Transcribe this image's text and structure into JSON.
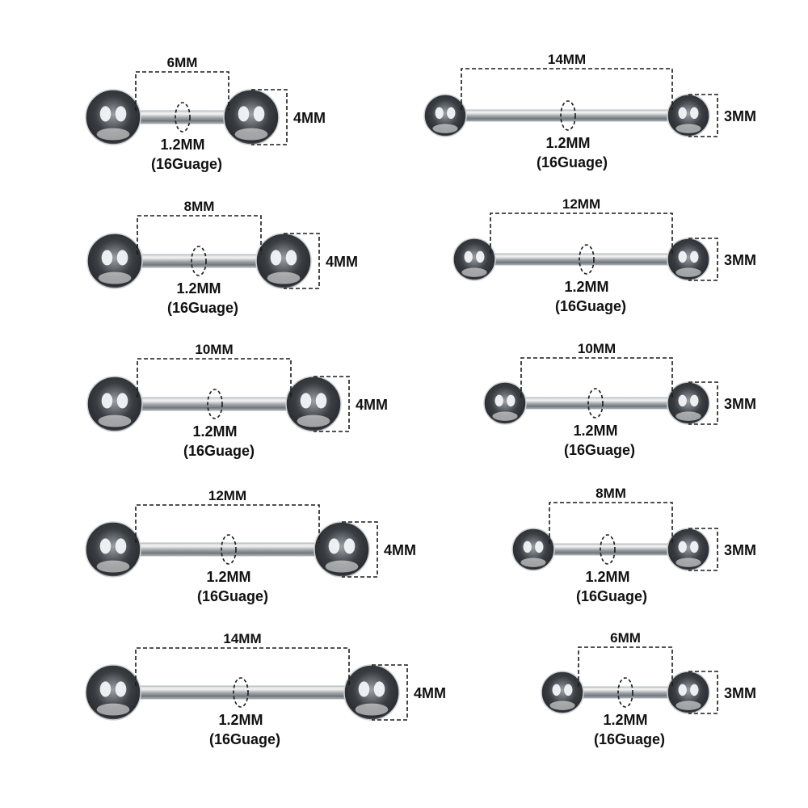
{
  "colors": {
    "background": "#ffffff",
    "text": "#111111",
    "dash": "#1a1a1a",
    "steel_light": "#f4f6f8",
    "steel_mid": "#9aa0a6",
    "steel_dark": "#2a2d31",
    "bar_light": "#e6e8ea",
    "bar_dark": "#6f757b"
  },
  "gauge_label": "1.2MM",
  "gauge_sub": "(16Guage)",
  "left_column": [
    {
      "length": "6MM",
      "ball": "4MM"
    },
    {
      "length": "8MM",
      "ball": "4MM"
    },
    {
      "length": "10MM",
      "ball": "4MM"
    },
    {
      "length": "12MM",
      "ball": "4MM"
    },
    {
      "length": "14MM",
      "ball": "4MM"
    }
  ],
  "right_column": [
    {
      "length": "14MM",
      "ball": "3MM"
    },
    {
      "length": "12MM",
      "ball": "3MM"
    },
    {
      "length": "10MM",
      "ball": "3MM"
    },
    {
      "length": "8MM",
      "ball": "3MM"
    },
    {
      "length": "6MM",
      "ball": "3MM"
    }
  ]
}
